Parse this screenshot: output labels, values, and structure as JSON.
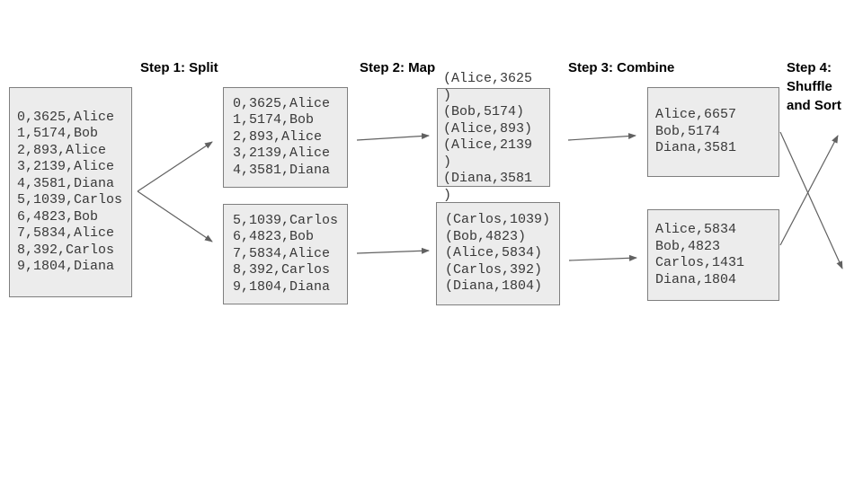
{
  "diagram": {
    "title_semantic": "MapReduce flow diagram",
    "step_labels": [
      {
        "label": "Step 1: Split"
      },
      {
        "label": "Step 2: Map"
      },
      {
        "label": "Step 3: Combine"
      },
      {
        "label": "Step 4: Shuffle and Sort"
      }
    ],
    "input_box": {
      "lines": [
        "0,3625,Alice",
        "1,5174,Bob",
        "2,893,Alice",
        "3,2139,Alice",
        "4,3581,Diana",
        "5,1039,Carlos",
        "6,4823,Bob",
        "7,5834,Alice",
        "8,392,Carlos",
        "9,1804,Diana"
      ]
    },
    "split_boxes": [
      {
        "lines": [
          "0,3625,Alice",
          "1,5174,Bob",
          "2,893,Alice",
          "3,2139,Alice",
          "4,3581,Diana"
        ]
      },
      {
        "lines": [
          "5,1039,Carlos",
          "6,4823,Bob",
          "7,5834,Alice",
          "8,392,Carlos",
          "9,1804,Diana"
        ]
      }
    ],
    "map_boxes": [
      {
        "lines": [
          "(Alice,3625",
          ")",
          "(Bob,5174)",
          "(Alice,893)",
          "(Alice,2139",
          ")",
          "(Diana,3581",
          ")"
        ]
      },
      {
        "lines": [
          "(Carlos,1039)",
          "(Bob,4823)",
          "(Alice,5834)",
          "(Carlos,392)",
          "(Diana,1804)"
        ]
      }
    ],
    "combine_boxes": [
      {
        "lines": [
          "Alice,6657",
          "Bob,5174",
          "Diana,3581"
        ]
      },
      {
        "lines": [
          "Alice,5834",
          "Bob,4823",
          "Carlos,1431",
          "Diana,1804"
        ]
      }
    ],
    "colors": {
      "box_fill": "#ececec",
      "box_border": "#7f7f7f",
      "mono_text": "#383838",
      "arrow": "#616161",
      "label_text": "#000000",
      "background": "#ffffff"
    }
  }
}
